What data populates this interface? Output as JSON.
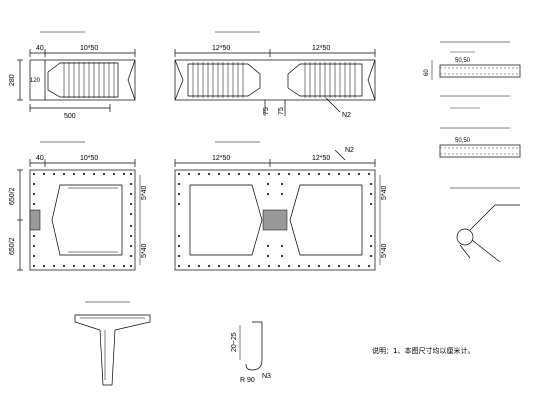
{
  "texts": {
    "dim_40_a": "40",
    "dim_10x50_a": "10*50",
    "dim_280": "280",
    "dim_120": "120",
    "dim_500": "500",
    "dim_12x50_a": "12*50",
    "dim_12x50_b": "12*50",
    "dim_75_a": "75",
    "dim_75_b": "75",
    "label_n2_a": "N2",
    "dim_40_b": "40",
    "dim_10x50_b": "10*50",
    "dim_12x50_c": "12*50",
    "dim_12x50_d": "12*50",
    "label_n2_b": "N2",
    "dim_650_2_a": "650/2",
    "dim_650_2_b": "650/2",
    "dim_5x40_a": "5*40",
    "dim_5x40_b": "5*40",
    "dim_5x40_c": "5*40",
    "dim_5x40_d": "5*40",
    "dim_50_50_a": "50,50",
    "dim_50_50_b": "50,50",
    "dim_60": "60",
    "dim_20_25": "20~25",
    "dim_r90": "R 90",
    "label_n3": "N3",
    "note": "说明：1、本图尺寸均以厘米计。"
  }
}
